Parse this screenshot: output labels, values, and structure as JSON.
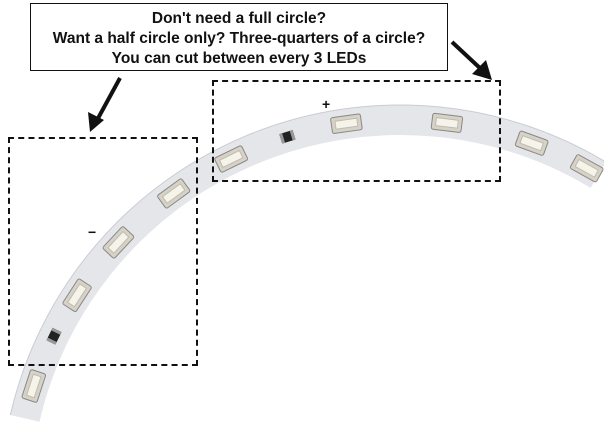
{
  "callout": {
    "line1": "Don't need a full circle?",
    "line2": "Want a half circle only? Three-quarters of a circle?",
    "line3": "You can cut between every 3 LEDs"
  },
  "strip_markings": {
    "plus": "+",
    "minus": "−"
  }
}
